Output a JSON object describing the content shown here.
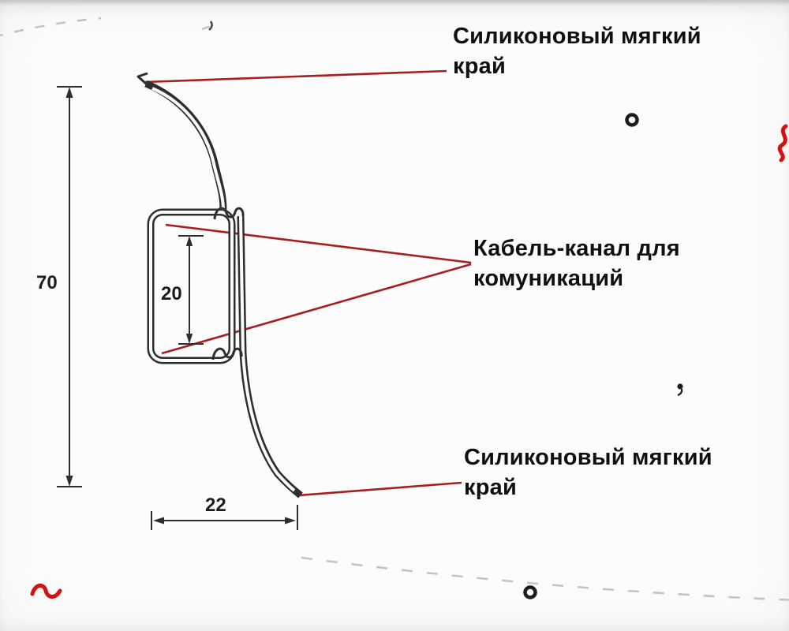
{
  "labels": {
    "top": {
      "line1": "Силиконовый мягкий",
      "line2": "край"
    },
    "middle": {
      "line1": "Кабель-канал для",
      "line2": "комуникаций"
    },
    "bottom": {
      "line1": "Силиконовый мягкий",
      "line2": "край"
    }
  },
  "dimensions": {
    "overall_height": "70",
    "channel_height": "20",
    "base_width": "22"
  },
  "colors": {
    "profile_outline": "#2e2e2e",
    "leader_line": "#a81e1e",
    "label_text": "#101010",
    "dimension_text": "#1d1d1d",
    "dashed_line": "#c2c2c2",
    "squiggle_red": "#d2120e"
  },
  "decorations": [
    "dashed-edge-line-top-left",
    "dashed-edge-line-bottom",
    "ring-speck-right",
    "ring-speck-bottom",
    "comma-speck",
    "apostrophe-speck",
    "red-squiggle-right-edge",
    "red-squiggle-bottom-left"
  ]
}
